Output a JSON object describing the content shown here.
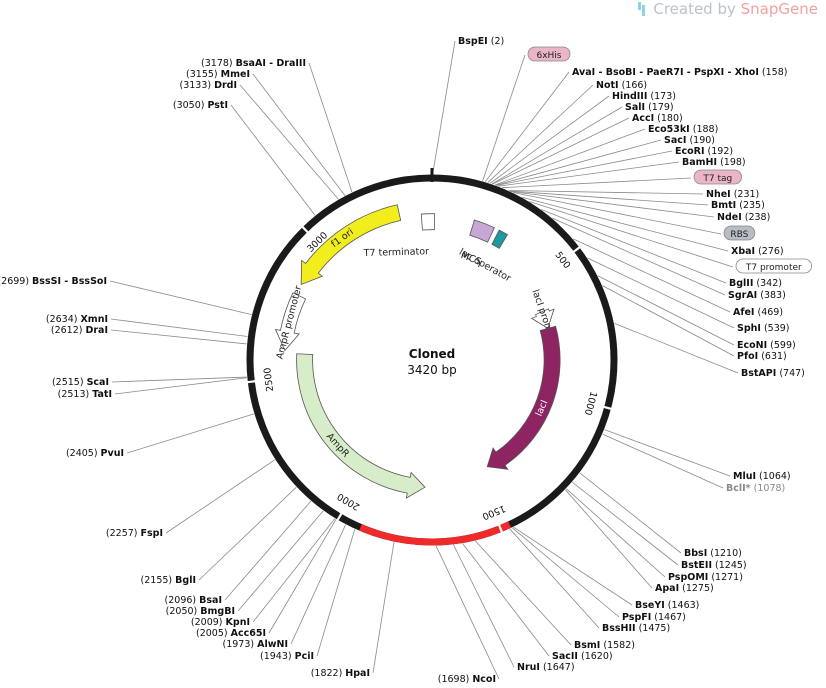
{
  "watermark": {
    "text": "Created by",
    "brand": "SnapGene"
  },
  "plasmid": {
    "name": "Cloned",
    "size": "3420 bp",
    "length": 3420
  },
  "colors": {
    "backbone": "#1a1a1a",
    "highlight": "#ee2a2a",
    "f1_ori": "#f2ee1e",
    "AmpR": "#d7ecc9",
    "lacI": "#8e2462",
    "promoter": "#ffffff",
    "MCS": "#c7a7d4",
    "lac_operator": "#1d9aa0",
    "terminator": "#ffffff",
    "chip_tag": "#e9b5c7",
    "chip_rbs": "#b7bcc5",
    "chip_promoter": "#ffffff"
  },
  "ticks": [
    {
      "pos": 500,
      "label": "500"
    },
    {
      "pos": 1000,
      "label": "1000"
    },
    {
      "pos": 1500,
      "label": "1500"
    },
    {
      "pos": 2000,
      "label": "2000"
    },
    {
      "pos": 2500,
      "label": "2500"
    },
    {
      "pos": 3000,
      "label": "3000"
    }
  ],
  "highlight_region": {
    "start": 1470,
    "end": 1930
  },
  "features": [
    {
      "name": "f1 ori",
      "start": 2850,
      "end": 3300,
      "ring": 0.83,
      "color": "f1_ori",
      "dir": -1,
      "label": "f1 ori"
    },
    {
      "name": "AmpR promoter",
      "start": 2600,
      "end": 2810,
      "ring": 0.81,
      "color": "promoter",
      "dir": -1,
      "label": "AmpR promoter"
    },
    {
      "name": "AmpR",
      "start": 1740,
      "end": 2590,
      "ring": 0.7,
      "color": "AmpR",
      "dir": -1,
      "label": "AmpR"
    },
    {
      "name": "lacI promoter",
      "start": 630,
      "end": 710,
      "ring": 0.66,
      "color": "promoter",
      "dir": 1,
      "label": "lacI promoter"
    },
    {
      "name": "lacI",
      "start": 710,
      "end": 1450,
      "ring": 0.66,
      "color": "lacI",
      "dir": 1,
      "label": "lacI"
    }
  ],
  "small_features": [
    {
      "name": "T7 terminator",
      "label": "T7 terminator"
    },
    {
      "name": "MCS",
      "label": "MCS"
    },
    {
      "name": "lac operator",
      "label": "lac operator"
    }
  ],
  "sites": [
    {
      "name": "BspEI",
      "pos": "(2)",
      "side": "L"
    },
    {
      "name": "6xHis",
      "pos": "",
      "side": "R",
      "chip": "tag"
    },
    {
      "name": "AvaI - BsoBI - PaeR7I - PspXI - XhoI",
      "pos": "(158)",
      "side": "R"
    },
    {
      "name": "NotI",
      "pos": "(166)",
      "side": "R"
    },
    {
      "name": "HindIII",
      "pos": "(173)",
      "side": "R"
    },
    {
      "name": "SalI",
      "pos": "(179)",
      "side": "R"
    },
    {
      "name": "AccI",
      "pos": "(180)",
      "side": "R"
    },
    {
      "name": "Eco53kI",
      "pos": "(188)",
      "side": "R"
    },
    {
      "name": "SacI",
      "pos": "(190)",
      "side": "R"
    },
    {
      "name": "EcoRI",
      "pos": "(192)",
      "side": "R"
    },
    {
      "name": "BamHI",
      "pos": "(198)",
      "side": "R"
    },
    {
      "name": "T7 tag",
      "pos": "",
      "side": "R",
      "chip": "tag"
    },
    {
      "name": "NheI",
      "pos": "(231)",
      "side": "R"
    },
    {
      "name": "BmtI",
      "pos": "(235)",
      "side": "R"
    },
    {
      "name": "NdeI",
      "pos": "(238)",
      "side": "R"
    },
    {
      "name": "RBS",
      "pos": "",
      "side": "R",
      "chip": "rbs"
    },
    {
      "name": "XbaI",
      "pos": "(276)",
      "side": "R"
    },
    {
      "name": "T7 promoter",
      "pos": "",
      "side": "R",
      "chip": "promoter"
    },
    {
      "name": "BglII",
      "pos": "(342)",
      "side": "R"
    },
    {
      "name": "SgrAI",
      "pos": "(383)",
      "side": "R"
    },
    {
      "name": "AfeI",
      "pos": "(469)",
      "side": "R"
    },
    {
      "name": "SphI",
      "pos": "(539)",
      "side": "R"
    },
    {
      "name": "EcoNI",
      "pos": "(599)",
      "side": "R"
    },
    {
      "name": "PfoI",
      "pos": "(631)",
      "side": "R"
    },
    {
      "name": "BstAPI",
      "pos": "(747)",
      "side": "R"
    },
    {
      "name": "MluI",
      "pos": "(1064)",
      "side": "R"
    },
    {
      "name": "BclI*",
      "pos": "(1078)",
      "side": "R",
      "grey": true
    },
    {
      "name": "BbsI",
      "pos": "(1210)",
      "side": "R"
    },
    {
      "name": "BstEII",
      "pos": "(1245)",
      "side": "R"
    },
    {
      "name": "PspOMI",
      "pos": "(1271)",
      "side": "R"
    },
    {
      "name": "ApaI",
      "pos": "(1275)",
      "side": "R"
    },
    {
      "name": "BseYI",
      "pos": "(1463)",
      "side": "R"
    },
    {
      "name": "PspFI",
      "pos": "(1467)",
      "side": "R"
    },
    {
      "name": "BssHII",
      "pos": "(1475)",
      "side": "R"
    },
    {
      "name": "BsmI",
      "pos": "(1582)",
      "side": "R"
    },
    {
      "name": "SacII",
      "pos": "(1620)",
      "side": "R"
    },
    {
      "name": "NruI",
      "pos": "(1647)",
      "side": "R"
    },
    {
      "name": "NcoI",
      "pos": "(1698)",
      "side": "L"
    },
    {
      "name": "HpaI",
      "pos": "(1822)",
      "side": "L"
    },
    {
      "name": "PciI",
      "pos": "(1943)",
      "side": "L"
    },
    {
      "name": "AlwNI",
      "pos": "(1973)",
      "side": "L"
    },
    {
      "name": "Acc65I",
      "pos": "(2005)",
      "side": "L"
    },
    {
      "name": "KpnI",
      "pos": "(2009)",
      "side": "L"
    },
    {
      "name": "BmgBI",
      "pos": "(2050)",
      "side": "L"
    },
    {
      "name": "BsaI",
      "pos": "(2096)",
      "side": "L"
    },
    {
      "name": "BglI",
      "pos": "(2155)",
      "side": "L"
    },
    {
      "name": "FspI",
      "pos": "(2257)",
      "side": "L"
    },
    {
      "name": "PvuI",
      "pos": "(2405)",
      "side": "L"
    },
    {
      "name": "TatI",
      "pos": "(2513)",
      "side": "L"
    },
    {
      "name": "ScaI",
      "pos": "(2515)",
      "side": "L"
    },
    {
      "name": "DraI",
      "pos": "(2612)",
      "side": "L"
    },
    {
      "name": "XmnI",
      "pos": "(2634)",
      "side": "L"
    },
    {
      "name": "BssSI - BssSoI",
      "pos": "(2699)",
      "side": "L"
    },
    {
      "name": "PstI",
      "pos": "(3050)",
      "side": "L"
    },
    {
      "name": "DrdI",
      "pos": "(3133)",
      "side": "L"
    },
    {
      "name": "MmeI",
      "pos": "(3155)",
      "side": "L"
    },
    {
      "name": "BsaAI - DraIII",
      "pos": "(3178)",
      "side": "L"
    }
  ]
}
